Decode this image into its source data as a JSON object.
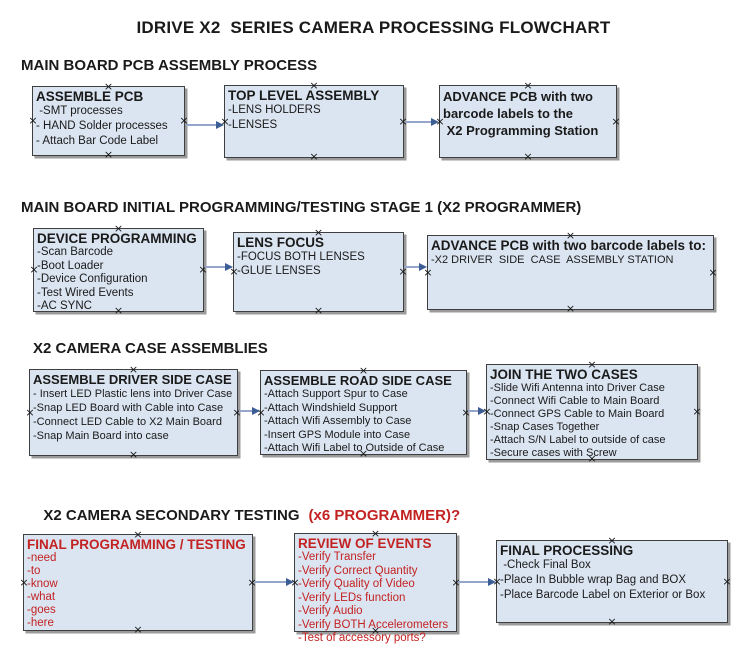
{
  "title": "IDRIVE X2  SERIES CAMERA PROCESSING FLOWCHART",
  "icons": {
    "connection_handle": "×"
  },
  "colors": {
    "box_fill": "#dbe5f1",
    "box_border": "#3f3f3f",
    "arrow_line": "#94a7cb",
    "arrow_head": "#3d5e95",
    "red_text": "#c32222",
    "black_text": "#1a1a1a"
  },
  "sections": [
    {
      "heading": "MAIN BOARD PCB ASSEMBLY PROCESS",
      "boxes": [
        {
          "title": "ASSEMBLE PCB",
          "lines": [
            " -SMT processes",
            "- HAND Solder processes",
            "- Attach Bar Code Label"
          ]
        },
        {
          "title": "TOP LEVEL ASSEMBLY",
          "lines": [
            "-LENS HOLDERS",
            "-LENSES"
          ]
        },
        {
          "bold_lines": [
            "ADVANCE PCB with two",
            "barcode labels to the",
            " X2 Programming Station"
          ]
        }
      ]
    },
    {
      "heading": "MAIN BOARD INITIAL PROGRAMMING/TESTING STAGE 1 (X2 PROGRAMMER)",
      "boxes": [
        {
          "title": "DEVICE PROGRAMMING",
          "lines": [
            "-Scan Barcode",
            "-Boot Loader",
            "-Device Configuration",
            "-Test Wired Events",
            "-AC SYNC"
          ]
        },
        {
          "title": "LENS FOCUS",
          "lines": [
            "-FOCUS BOTH LENSES",
            "-GLUE LENSES"
          ]
        },
        {
          "title": "ADVANCE PCB with two barcode labels to:",
          "lines": [
            "-X2 DRIVER  SIDE  CASE  ASSEMBLY STATION"
          ]
        }
      ]
    },
    {
      "heading": "X2 CAMERA CASE ASSEMBLIES",
      "boxes": [
        {
          "title": "ASSEMBLE DRIVER SIDE CASE",
          "lines": [
            "- Insert LED Plastic lens into Driver Case",
            "-Snap LED Board with Cable into Case",
            "-Connect LED Cable to X2 Main Board",
            "-Snap Main Board into case"
          ]
        },
        {
          "title": "ASSEMBLE ROAD SIDE CASE",
          "lines": [
            "-Attach Support Spur to Case",
            "-Attach Windshield Support",
            "-Attach Wifi Assembly to Case",
            "-Insert GPS Module into Case",
            "-Attach Wifi Label to Outside of Case"
          ]
        },
        {
          "title": "JOIN THE TWO CASES",
          "lines": [
            "-Slide Wifi Antenna into Driver Case",
            "-Connect Wifi Cable to Main Board",
            "-Connect GPS Cable to Main Board",
            "-Snap Cases Together",
            "-Attach S/N Label to outside of case",
            "-Secure cases with Screw"
          ]
        }
      ]
    },
    {
      "heading": "X2 CAMERA SECONDARY TESTING",
      "heading_red": "(x6 PROGRAMMER)?",
      "boxes": [
        {
          "title": "FINAL PROGRAMMING / TESTING",
          "lines": [
            "-need",
            "-to",
            "-know",
            "-what",
            "-goes",
            "-here"
          ]
        },
        {
          "title": "REVIEW OF EVENTS",
          "lines": [
            "-Verify Transfer",
            "-Verify Correct Quantity",
            "-Verify Quality of Video",
            "-Verify LEDs function",
            "-Verify Audio",
            "-Verify BOTH Accelerometers",
            "-Test of accessory ports?"
          ]
        },
        {
          "title": "FINAL PROCESSING",
          "lines": [
            " -Check Final Box",
            "-Place In Bubble wrap Bag and BOX",
            "-Place Barcode Label on Exterior or Box"
          ]
        }
      ]
    }
  ]
}
